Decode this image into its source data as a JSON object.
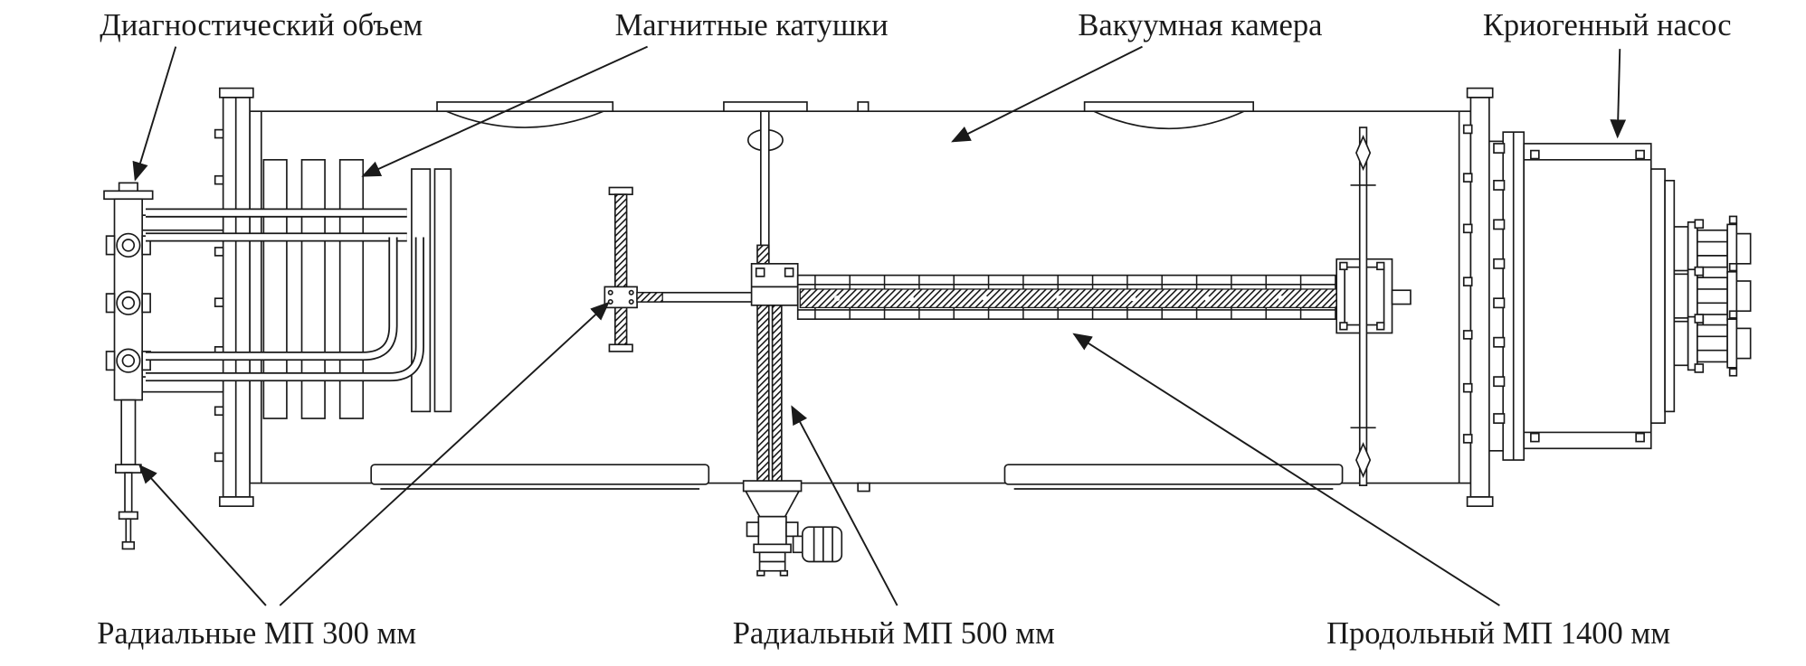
{
  "figure": {
    "background": "#ffffff",
    "ink_color": "#1a1a1a",
    "labels": {
      "diagnostic_volume": "Диагностический объем",
      "magnetic_coils": "Магнитные катушки",
      "vacuum_chamber": "Вакуумная камера",
      "cryogenic_pump": "Криогенный насос",
      "radial_mp_300": "Радиальные МП 300 мм",
      "radial_mp_500": "Радиальный МП 500 мм",
      "longitudinal_mp_1400": "Продольный МП 1400 мм"
    }
  }
}
